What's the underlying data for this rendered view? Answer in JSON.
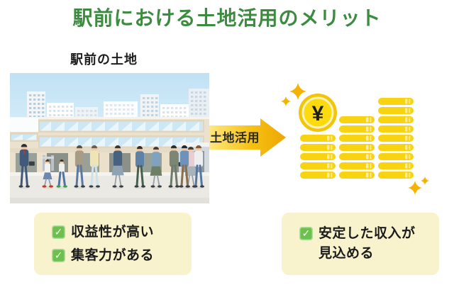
{
  "title": "駅前における土地活用のメリット",
  "station": {
    "label": "駅前の土地"
  },
  "arrow": {
    "label": "土地活用"
  },
  "coins": {
    "yen_symbol": "¥",
    "stacks": [
      5,
      7,
      9
    ]
  },
  "boxes": {
    "left": {
      "items": [
        "収益性が高い",
        "集客力がある"
      ]
    },
    "right": {
      "items": [
        "安定した収入が\n見込める"
      ]
    }
  },
  "glyphs": {
    "check": "✓"
  },
  "colors": {
    "title_green": "#3d8b40",
    "checkbox_green": "#6cc04d",
    "box_cream": "#f8f2cd",
    "arrow_gold_light": "#ffe87e",
    "arrow_gold_dark": "#eea603",
    "coin_yellow": "#f7d312",
    "coin_ring": "#f4c408",
    "sparkle_gold": "#f5b301",
    "text_dark": "#1c1c1c",
    "sky_blue": "#c6e4f5",
    "station_cream": "#ebe1cd"
  }
}
